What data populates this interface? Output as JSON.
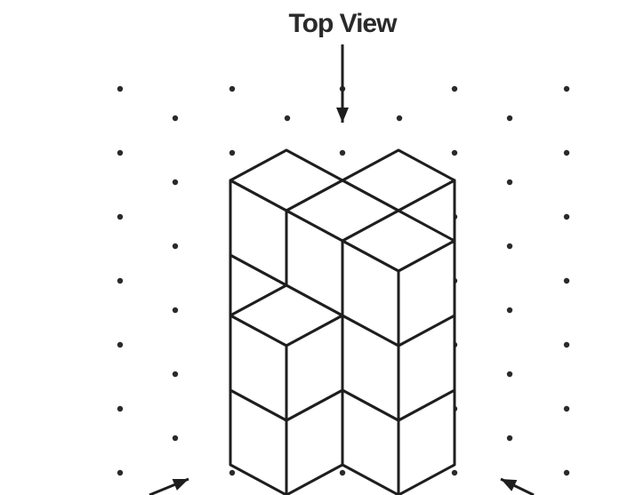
{
  "labels": {
    "top_view": "Top View"
  },
  "colors": {
    "ink": "#1e1e1e",
    "dot": "#2a2a2a",
    "face": "#ffffff",
    "background": "#ffffff"
  },
  "figure": {
    "description_kind": "isometric cube solid on dot grid",
    "view_arrows": [
      "top",
      "front-left",
      "front-right"
    ]
  }
}
